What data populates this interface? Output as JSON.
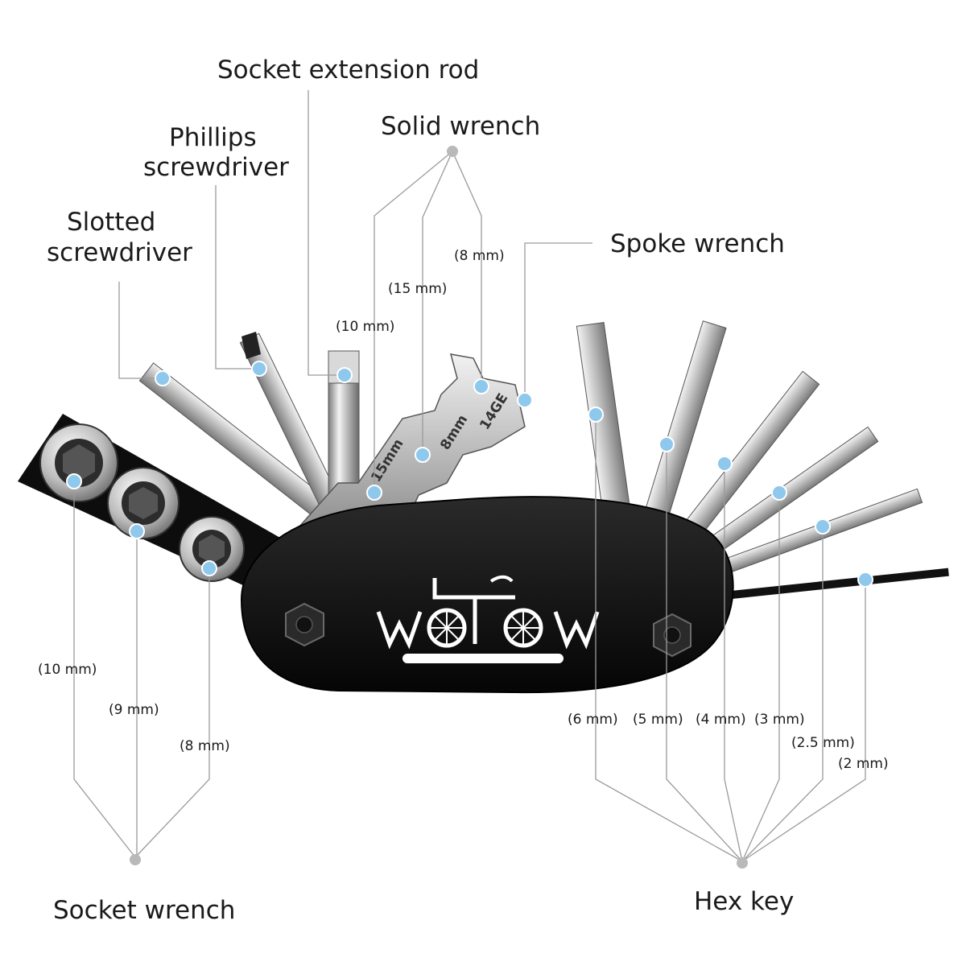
{
  "labels": {
    "socket_extension_rod": "Socket extension rod",
    "solid_wrench": "Solid wrench",
    "phillips_line1": "Phillips",
    "phillips_line2": "screwdriver",
    "slotted_line1": "Slotted",
    "slotted_line2": "screwdriver",
    "spoke_wrench": "Spoke wrench",
    "socket_wrench": "Socket wrench",
    "hex_key": "Hex key"
  },
  "sizes": {
    "solid_8": "(8 mm)",
    "solid_15": "(15 mm)",
    "solid_10": "(10 mm)",
    "socket_10": "(10 mm)",
    "socket_9": "(9 mm)",
    "socket_8": "(8 mm)",
    "hex_6": "(6 mm)",
    "hex_5": "(5 mm)",
    "hex_4": "(4 mm)",
    "hex_3": "(3 mm)",
    "hex_2_5": "(2.5 mm)",
    "hex_2": "(2 mm)"
  },
  "tool_engravings": {
    "wrench_15": "15mm",
    "wrench_8": "8mm",
    "spoke_14g": "14GE"
  },
  "colors": {
    "body": "#111111",
    "steel_light": "#e6e6e6",
    "steel_dark": "#8a8a8a",
    "marker": "#8ec8ec",
    "leader": "#9a9a9a"
  }
}
